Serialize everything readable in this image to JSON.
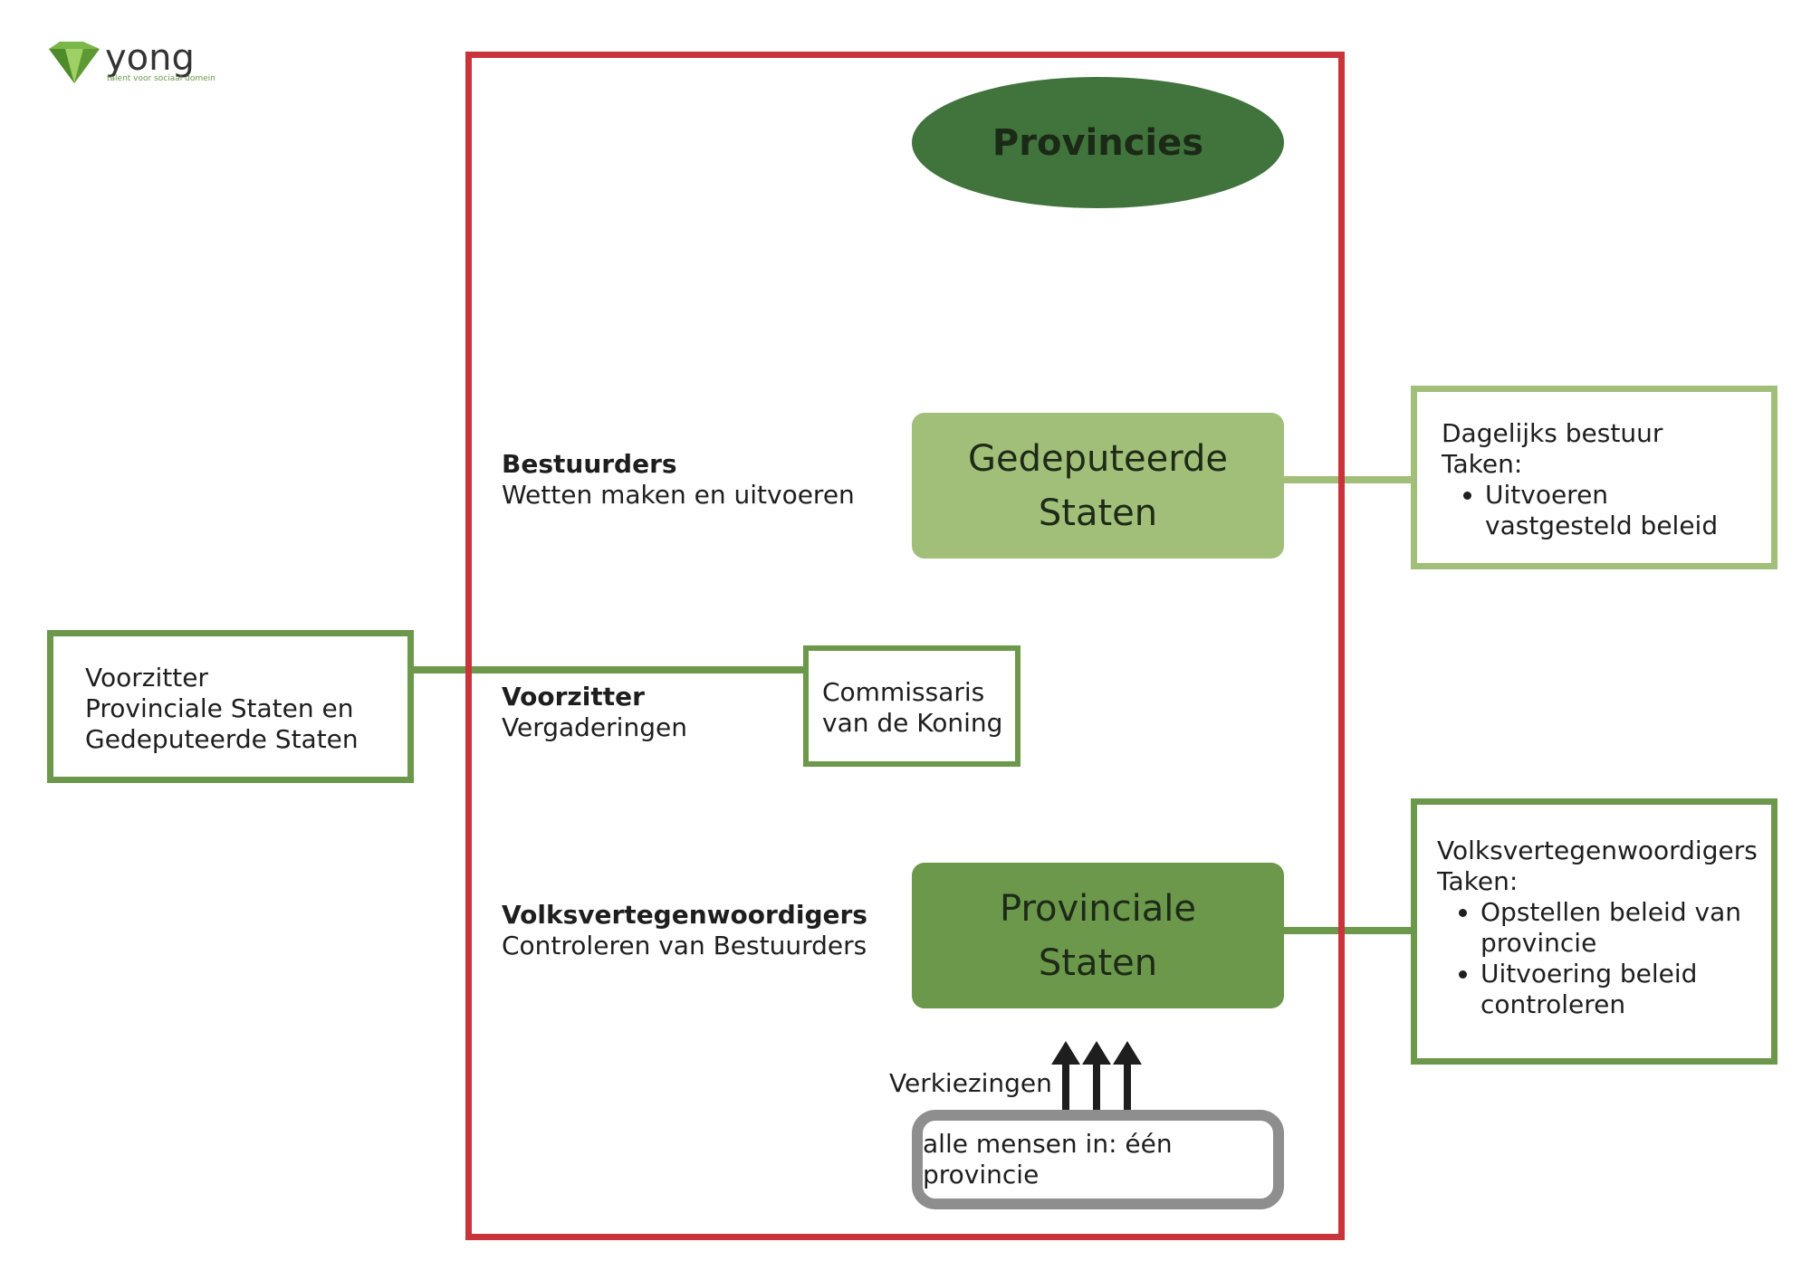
{
  "logo": {
    "name": "yong",
    "tagline": "talent voor sociaal domein"
  },
  "colors": {
    "frame": "#c9343a",
    "dark_green": "#41733d",
    "mid_green": "#6b984a",
    "light_green": "#a1bf78",
    "grey": "#8e8e8e"
  },
  "title": "Provincies",
  "left_labels": {
    "bestuurders_title": "Bestuurders",
    "bestuurders_desc": "Wetten maken en uitvoeren",
    "voorzitter_title": "Voorzitter",
    "voorzitter_desc": "Vergaderingen",
    "volks_title": "Volksvertegenwoordigers",
    "volks_desc": "Controleren van Bestuurders"
  },
  "boxes": {
    "gedeputeerde_line1": "Gedeputeerde",
    "gedeputeerde_line2": "Staten",
    "provinciale_line1": "Provinciale",
    "provinciale_line2": "Staten",
    "commissaris": "Commissaris\nvan de Koning",
    "mensen": "alle mensen in: één provincie"
  },
  "verkiezingen": "Verkiezingen",
  "side_left": {
    "text": "Voorzitter\nProvinciale Staten en\nGedeputeerde Staten"
  },
  "side_right_top": {
    "title": "Dagelijks bestuur",
    "taken": "Taken:",
    "items": [
      "Uitvoeren vastgesteld beleid"
    ]
  },
  "side_right_bottom": {
    "title": "Volksvertegenwoordigers",
    "taken": "Taken:",
    "items": [
      "Opstellen beleid van provincie",
      "Uitvoering beleid controleren"
    ]
  }
}
